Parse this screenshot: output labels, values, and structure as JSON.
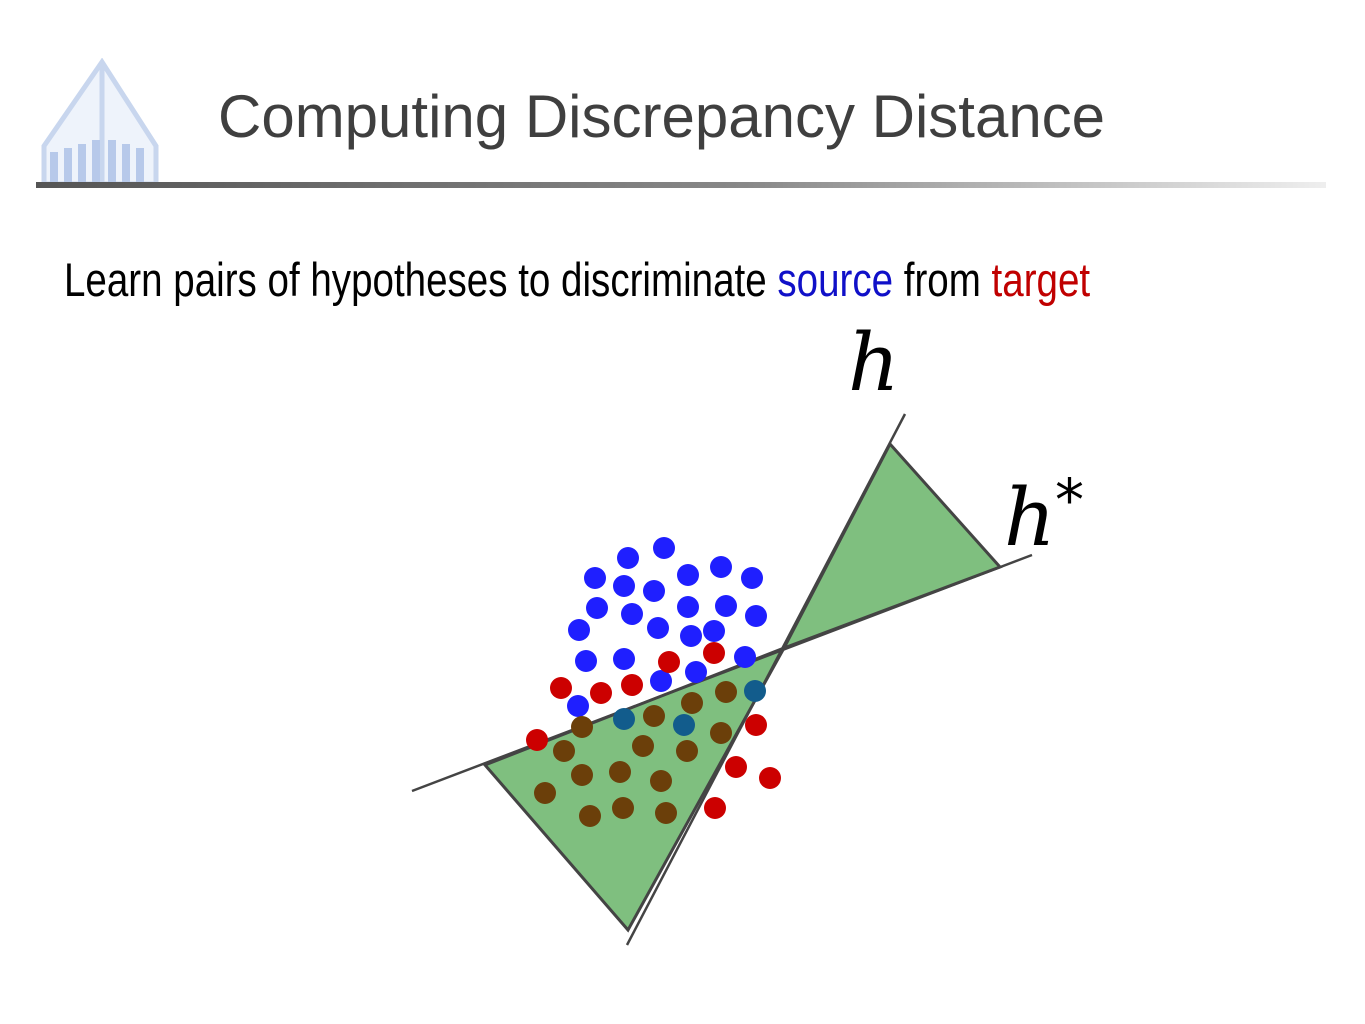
{
  "slide": {
    "title": "Computing Discrepancy Distance",
    "subtitle": {
      "prefix": "Learn pairs of hypotheses to discriminate ",
      "source_word": "source",
      "middle": " from ",
      "target_word": "target"
    }
  },
  "labels": {
    "h": "h",
    "h_star": "h",
    "h_star_superscript": "*"
  },
  "colors": {
    "source": "#1f1fff",
    "target": "#cc0000",
    "overlap_target": "#6b3f0a",
    "overlap_source": "#125c8c",
    "region_fill": "#7fbf7f",
    "line": "#444444"
  },
  "icons": {
    "logo": "university-building-logo"
  }
}
